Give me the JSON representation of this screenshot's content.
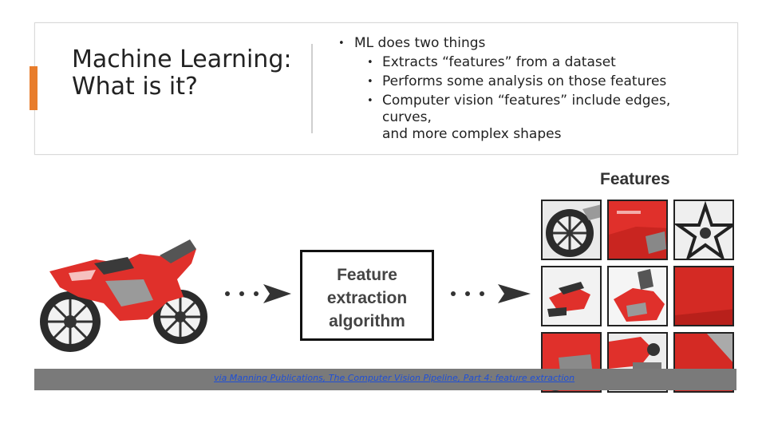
{
  "slide": {
    "title": "Machine Learning: What is it?",
    "bullets": {
      "main": "ML does two things",
      "sub1": "Extracts “features” from a dataset",
      "sub2": "Performs some analysis on those features",
      "sub3_line1": "Computer vision “features” include edges,",
      "sub3_line2": "curves,",
      "sub3_line3": "and more complex shapes"
    }
  },
  "diagram": {
    "features_label": "Features",
    "box_line1": "Feature",
    "box_line2": "extraction",
    "box_line3": "algorithm",
    "caption": "via Manning Publications, The Computer Vision Pipeline, Part 4: feature extraction"
  },
  "colors": {
    "accent": "#e87d2c",
    "bike_red": "#e0302b",
    "link": "#1f4fd6"
  }
}
